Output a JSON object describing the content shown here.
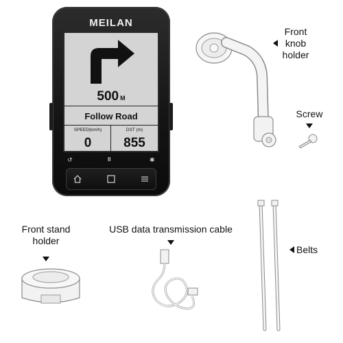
{
  "device": {
    "brand": "MEILAN",
    "distance_value": "500",
    "distance_unit": "M",
    "instruction": "Follow Road",
    "fields": [
      {
        "caption": "SPEED(km/h)",
        "value": "0"
      },
      {
        "caption": "DST (m)",
        "value": "855"
      }
    ],
    "softkeys": [
      "↺",
      "II",
      "✱"
    ],
    "hw_icons": [
      "home-icon",
      "square-icon",
      "menu-icon"
    ]
  },
  "labels": {
    "front_knob": [
      "Front",
      "knob",
      "holder"
    ],
    "screw": "Screw",
    "front_stand": [
      "Front stand",
      "holder"
    ],
    "usb": "USB data transmission cable",
    "belts": "Belts"
  },
  "colors": {
    "device_body": "#151515",
    "screen": "#d4d4d4",
    "accessory_white": "#f4f4f4",
    "outline": "#8a8a8a"
  }
}
